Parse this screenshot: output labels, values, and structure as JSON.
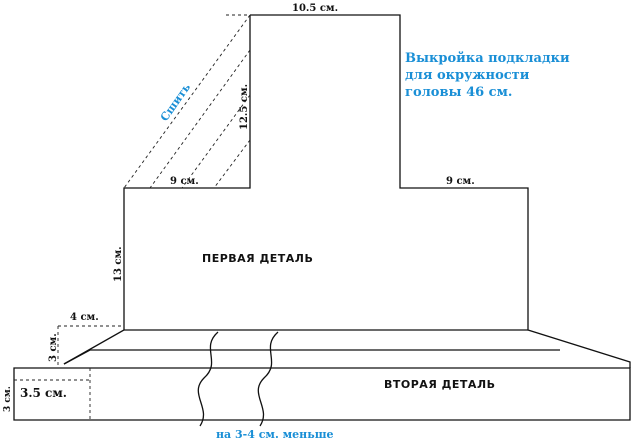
{
  "title": {
    "line1": "Выкройка подкладки",
    "line2": "для окружности",
    "line3": "головы 46 см."
  },
  "sew_label": "Сшить",
  "dimensions": {
    "top_width": "10.5 см.",
    "height_top": "12.5 см.",
    "left_shoulder": "9 см.",
    "right_shoulder": "9 см.",
    "side_height": "13 см.",
    "flare_width": "4 см.",
    "flare_height": "3 см.",
    "band_width": "3.5 см.",
    "band_height": "3 см."
  },
  "parts": {
    "first": "ПЕРВАЯ ДЕТАЛЬ",
    "second": "ВТОРАЯ ДЕТАЛЬ"
  },
  "note": "на 3-4 см. меньше",
  "colors": {
    "accent": "#1a8fd6",
    "line": "#111111"
  }
}
